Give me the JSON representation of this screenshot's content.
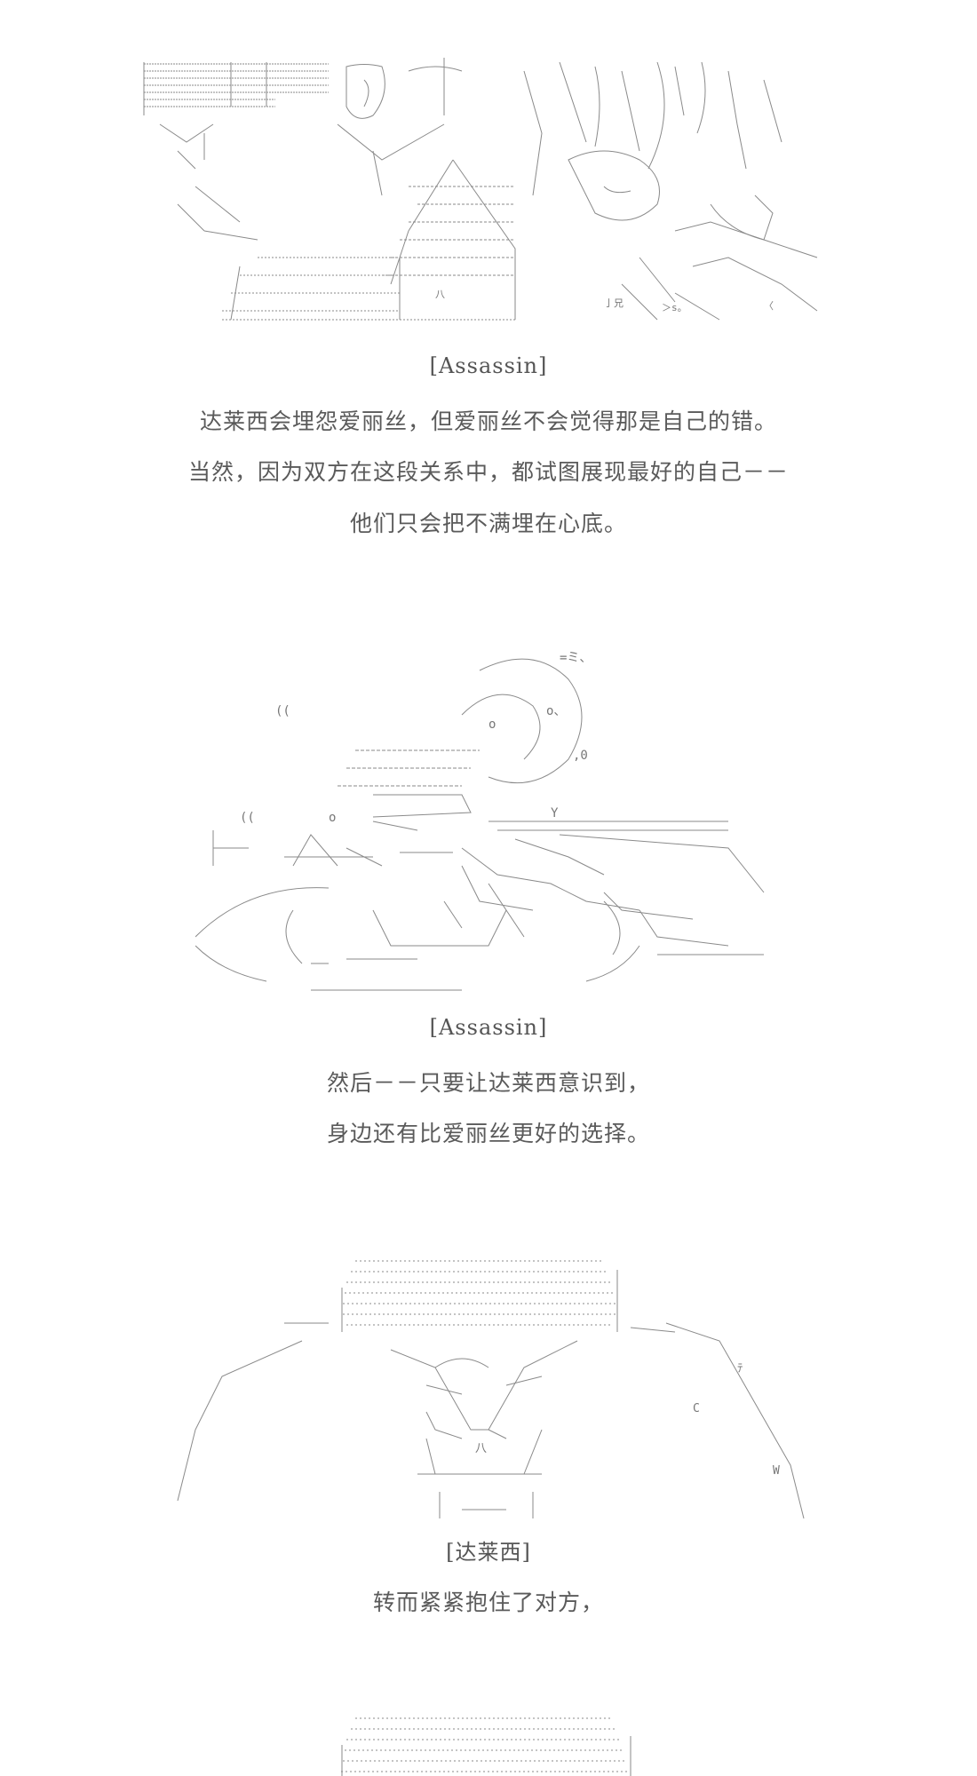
{
  "panels": [
    {
      "speaker": "[Assassin]",
      "lines": [
        "达莱西会埋怨爱丽丝，但爱丽丝不会觉得那是自己的错。",
        "当然，因为双方在这段关系中，都试图展现最好的自己－－",
        "他们只会把不满埋在心底。"
      ]
    },
    {
      "speaker": "[Assassin]",
      "lines": [
        "然后－－只要让达莱西意识到，",
        "身边还有比爱丽丝更好的选择。"
      ]
    },
    {
      "speaker": "[达莱西]",
      "lines": [
        "转而紧紧抱住了对方，"
      ]
    }
  ],
  "art_fragments": {
    "panel1": [
      "Λ",
      "Λ",
      "〈",
      "＞s。",
      "亅兄",
      "八"
    ],
    "panel2": [
      "((",
      "((",
      "o、",
      "o",
      ",0",
      "=ミ、",
      "o",
      "Y"
    ],
    "panel3": [
      "C",
      "W",
      "ﾃ",
      "八"
    ]
  }
}
